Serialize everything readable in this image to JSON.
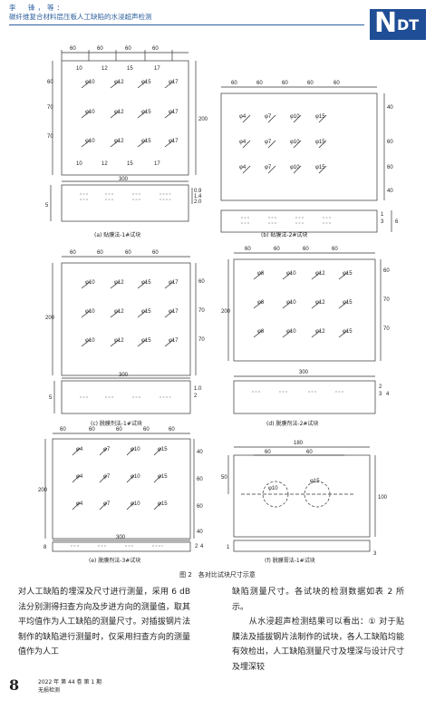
{
  "header": {
    "authors": "李　锋，等：",
    "title": "碳纤维复合材料层压板人工缺陷的水浸超声检测"
  },
  "logo": {
    "letters_n": "N",
    "letters_dt": "DT"
  },
  "captions": {
    "a": "(a) 贴膜法-1#试块",
    "b": "(b) 贴膜法-2#试块",
    "c": "(c) 脱膜剂法-1#试块",
    "d": "(d) 脱膜剂法-2#试块",
    "e": "(e) 脱膜剂法-3#试块",
    "f": "(f) 脱膜膏法-1#试块"
  },
  "figure_caption": "图 2　各对比试块尺寸示意",
  "body_left": "对人工缺陷的埋深及尺寸进行测量，采用 6 dB 法分别测得扫查方向及步进方向的测量值，取其平均值作为人工缺陷的测量尺寸。对插拔钢片法制作的缺陷进行测量时，仅采用扫查方向的测量值作为人工",
  "body_right": "缺陷测量尺寸。各试块的检测数据如表 2 所示。\n　　从水浸超声检测结果可以看出：① 对于贴膜法及插拔钢片法制作的试块，各人工缺陷均能有效检出，人工缺陷测量尺寸及埋深与设计尺寸及埋深较",
  "footer": {
    "page": "8",
    "issue": "2022 年 第 44 卷 第 1 期",
    "journal": "无损检测"
  },
  "dims": {
    "d60": "60",
    "d70": "70",
    "d40": "40",
    "d50": "50",
    "d180": "180",
    "d200": "200",
    "d300": "300",
    "d100": "100",
    "d5": "5",
    "d6": "6",
    "d3": "3",
    "d2": "2",
    "d1": "1",
    "d4": "4",
    "d8": "8",
    "d10": "1.0",
    "t10": "10",
    "t12": "12",
    "t15": "15",
    "t17": "17",
    "t09": "0.9",
    "t14": "1.4",
    "t20": "2.0",
    "phi10": "φ10",
    "phi12": "φ12",
    "phi15": "φ15",
    "phi17": "φ17",
    "phi4": "φ4",
    "phi7": "φ7",
    "phi8": "φ8"
  }
}
